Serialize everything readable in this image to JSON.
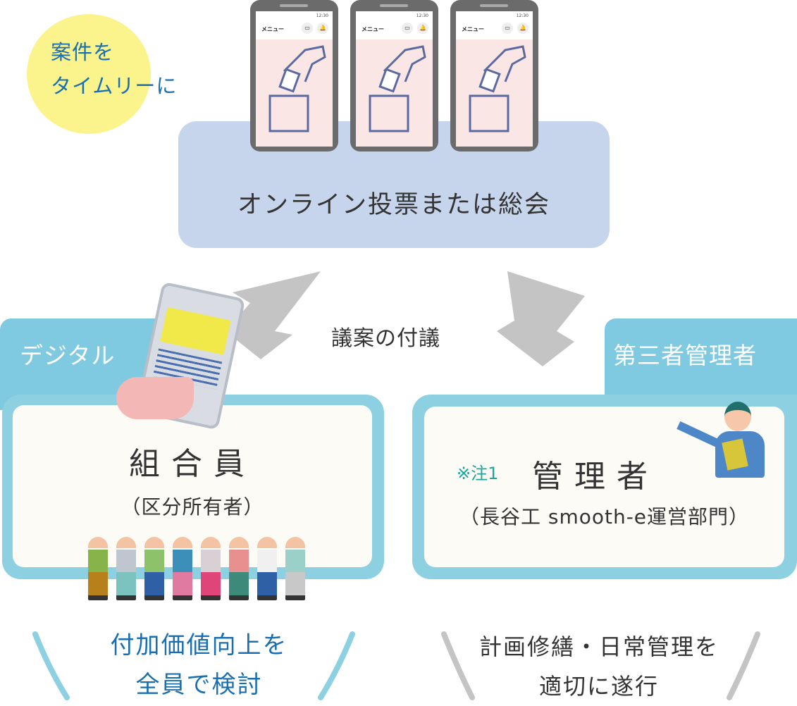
{
  "badge": {
    "line1": "案件を",
    "line2": "タイムリーに"
  },
  "stage": {
    "label": "オンライン投票または総会"
  },
  "phone": {
    "status": "12:30",
    "menu": "メニュー"
  },
  "center_label": "議案の付議",
  "left_panel": {
    "tab": "デジタル",
    "title": "組合員",
    "subtitle": "（区分所有者）"
  },
  "right_panel": {
    "tab": "第三者管理者",
    "note": "※注1",
    "title": "管理者",
    "subtitle": "（長谷工 smooth-e運営部門）"
  },
  "bottom_left": {
    "line1": "付加価値向上を",
    "line2": "全員で検討"
  },
  "bottom_right": {
    "line1": "計画修繕・日常管理を",
    "line2": "適切に遂行"
  },
  "colors": {
    "accent_blue": "#1a6fb0",
    "panel_blue": "#8dd0e2",
    "stage": "#c6d5ec",
    "note_teal": "#1aa79a"
  }
}
